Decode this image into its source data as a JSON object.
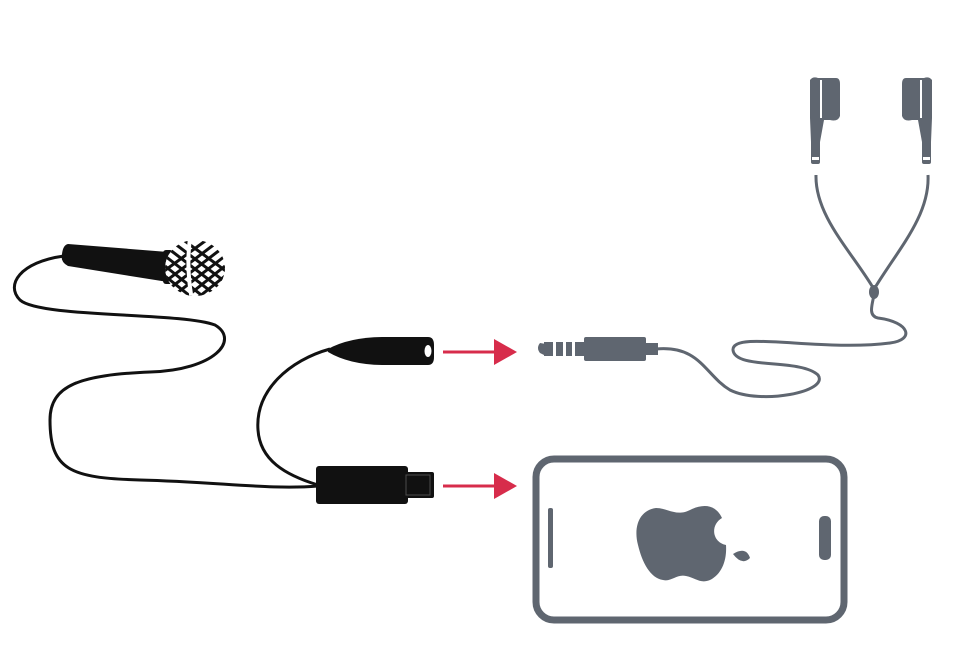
{
  "diagram": {
    "components": [
      {
        "id": "microphone",
        "icon": "microphone-icon"
      },
      {
        "id": "splitter-cable",
        "icon": "y-splitter-icon"
      },
      {
        "id": "headphone-jack-output",
        "icon": "audio-socket-icon"
      },
      {
        "id": "lightning-connector",
        "icon": "lightning-plug-icon"
      },
      {
        "id": "earphones",
        "icon": "earphones-icon"
      },
      {
        "id": "phone",
        "icon": "iphone-landscape-icon"
      },
      {
        "id": "brand-logo",
        "icon": "apple-logo-icon"
      }
    ],
    "connections": [
      {
        "from": "headphone-jack-output",
        "to": "earphones"
      },
      {
        "from": "lightning-connector",
        "to": "phone"
      }
    ]
  },
  "colors": {
    "cable_black": "#111111",
    "device_gray": "#5f6670",
    "arrow_red": "#d72c4b",
    "background": "#ffffff"
  }
}
